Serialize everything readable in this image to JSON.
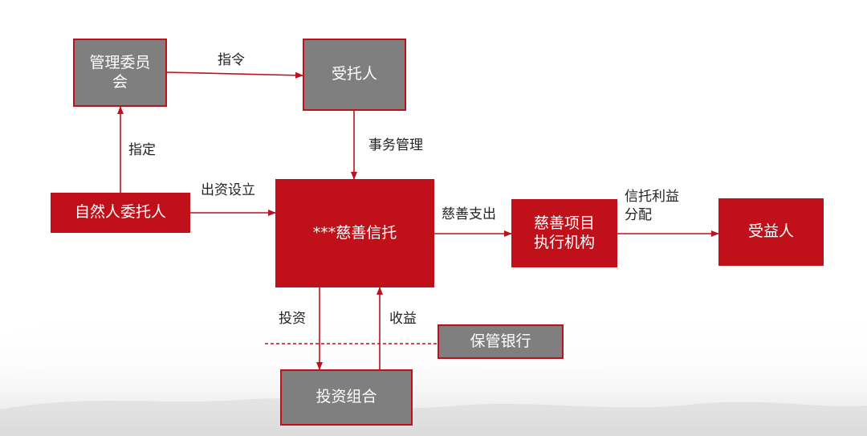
{
  "nodes": {
    "committee": "管理委员会",
    "trustee": "受托人",
    "settlor": "自然人委托人",
    "trust": "***慈善信托",
    "agency": "慈善项目执行机构",
    "beneficiary": "受益人",
    "custodian": "保管银行",
    "portfolio": "投资组合"
  },
  "edges": {
    "instruction": "指令",
    "appoint": "指定",
    "affairs": "事务管理",
    "fund": "出资设立",
    "expenditure": "慈善支出",
    "distribution_line1": "信托利益",
    "distribution_line2": "分配",
    "invest": "投资",
    "income": "收益"
  },
  "colors": {
    "accent": "#c0101a",
    "box_gray": "#7f7f7f"
  }
}
